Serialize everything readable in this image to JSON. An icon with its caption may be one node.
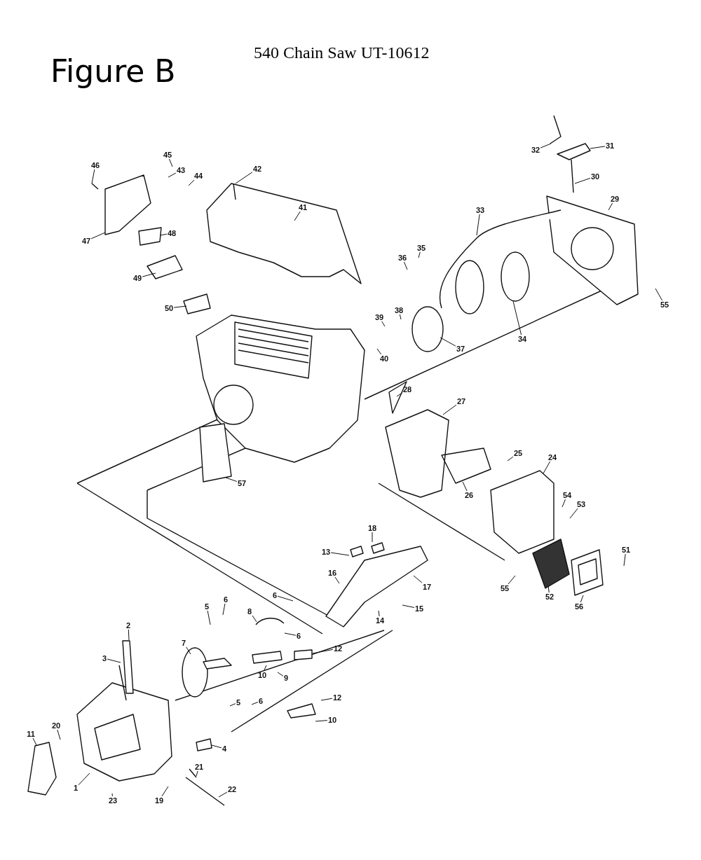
{
  "diagram": {
    "title": "Figure B",
    "labels": [
      "540 Chain Saw UT-10612"
    ],
    "nodes": [
      {
        "text": [
          "46"
        ]
      },
      {
        "text": [
          "45"
        ]
      },
      {
        "text": [
          "43"
        ]
      },
      {
        "text": [
          "44"
        ]
      },
      {
        "text": [
          "42"
        ]
      },
      {
        "text": [
          "47"
        ]
      },
      {
        "text": [
          "48"
        ]
      },
      {
        "text": [
          "49"
        ]
      },
      {
        "text": [
          "50"
        ]
      },
      {
        "text": [
          "41"
        ]
      },
      {
        "text": [
          "32"
        ]
      },
      {
        "text": [
          "31"
        ]
      },
      {
        "text": [
          "30"
        ]
      },
      {
        "text": [
          "29"
        ]
      },
      {
        "text": [
          "33"
        ]
      },
      {
        "text": [
          "36"
        ]
      },
      {
        "text": [
          "35"
        ]
      },
      {
        "text": [
          "34"
        ]
      },
      {
        "text": [
          "39"
        ]
      },
      {
        "text": [
          "38"
        ]
      },
      {
        "text": [
          "37"
        ]
      },
      {
        "text": [
          "40"
        ]
      },
      {
        "text": [
          "55"
        ]
      },
      {
        "text": [
          "28"
        ]
      },
      {
        "text": [
          "27"
        ]
      },
      {
        "text": [
          "25"
        ]
      },
      {
        "text": [
          "24"
        ]
      },
      {
        "text": [
          "26"
        ]
      },
      {
        "text": [
          "54"
        ]
      },
      {
        "text": [
          "53"
        ]
      },
      {
        "text": [
          "57"
        ]
      },
      {
        "text": [
          "18"
        ]
      },
      {
        "text": [
          "13"
        ]
      },
      {
        "text": [
          "51"
        ]
      },
      {
        "text": [
          "16"
        ]
      },
      {
        "text": [
          "17"
        ]
      },
      {
        "text": [
          "55"
        ]
      },
      {
        "text": [
          "52"
        ]
      },
      {
        "text": [
          "56"
        ]
      },
      {
        "text": [
          "15"
        ]
      },
      {
        "text": [
          "14"
        ]
      },
      {
        "text": [
          "6"
        ]
      },
      {
        "text": [
          "5"
        ]
      },
      {
        "text": [
          "8"
        ]
      },
      {
        "text": [
          "6"
        ]
      },
      {
        "text": [
          "6"
        ]
      },
      {
        "text": [
          "2"
        ]
      },
      {
        "text": [
          "7"
        ]
      },
      {
        "text": [
          "12"
        ]
      },
      {
        "text": [
          "3"
        ]
      },
      {
        "text": [
          "10"
        ]
      },
      {
        "text": [
          "9"
        ]
      },
      {
        "text": [
          "5"
        ]
      },
      {
        "text": [
          "6"
        ]
      },
      {
        "text": [
          "12"
        ]
      },
      {
        "text": [
          "10"
        ]
      },
      {
        "text": [
          "20"
        ]
      },
      {
        "text": [
          "4"
        ]
      },
      {
        "text": [
          "11"
        ]
      },
      {
        "text": [
          "1"
        ]
      },
      {
        "text": [
          "21"
        ]
      },
      {
        "text": [
          "22"
        ]
      },
      {
        "text": [
          "23"
        ]
      },
      {
        "text": [
          "19"
        ]
      }
    ],
    "edges": [
      {
        "from": 0,
        "to": null,
        "arrow": "none"
      },
      {
        "from": 1,
        "to": null,
        "arrow": "none"
      },
      {
        "from": 2,
        "to": null,
        "arrow": "none"
      },
      {
        "from": 3,
        "to": null,
        "arrow": "none"
      },
      {
        "from": 4,
        "to": null,
        "arrow": "none"
      },
      {
        "from": 5,
        "to": null,
        "arrow": "none"
      },
      {
        "from": 6,
        "to": null,
        "arrow": "none"
      },
      {
        "from": 7,
        "to": null,
        "arrow": "none"
      },
      {
        "from": 8,
        "to": null,
        "arrow": "none"
      },
      {
        "from": 9,
        "to": null,
        "arrow": "none"
      },
      {
        "from": 10,
        "to": null,
        "arrow": "none"
      },
      {
        "from": 11,
        "to": null,
        "arrow": "none"
      },
      {
        "from": 12,
        "to": null,
        "arrow": "none"
      },
      {
        "from": 13,
        "to": null,
        "arrow": "none"
      },
      {
        "from": 14,
        "to": null,
        "arrow": "none"
      },
      {
        "from": 15,
        "to": null,
        "arrow": "none"
      },
      {
        "from": 16,
        "to": null,
        "arrow": "none"
      },
      {
        "from": 17,
        "to": null,
        "arrow": "none"
      },
      {
        "from": 18,
        "to": null,
        "arrow": "none"
      },
      {
        "from": 19,
        "to": null,
        "arrow": "none"
      },
      {
        "from": 20,
        "to": null,
        "arrow": "none"
      },
      {
        "from": 21,
        "to": null,
        "arrow": "none"
      },
      {
        "from": 22,
        "to": null,
        "arrow": "none"
      },
      {
        "from": 23,
        "to": null,
        "arrow": "none"
      },
      {
        "from": 24,
        "to": null,
        "arrow": "none"
      },
      {
        "from": 25,
        "to": null,
        "arrow": "none"
      },
      {
        "from": 26,
        "to": null,
        "arrow": "none"
      },
      {
        "from": 27,
        "to": null,
        "arrow": "none"
      },
      {
        "from": 28,
        "to": null,
        "arrow": "none"
      },
      {
        "from": 29,
        "to": null,
        "arrow": "none"
      },
      {
        "from": 30,
        "to": null,
        "arrow": "none"
      },
      {
        "from": 31,
        "to": null,
        "arrow": "none"
      },
      {
        "from": 32,
        "to": null,
        "arrow": "none"
      },
      {
        "from": 33,
        "to": null,
        "arrow": "none"
      },
      {
        "from": 34,
        "to": null,
        "arrow": "none"
      },
      {
        "from": 35,
        "to": null,
        "arrow": "none"
      },
      {
        "from": 36,
        "to": null,
        "arrow": "none"
      },
      {
        "from": 37,
        "to": null,
        "arrow": "none"
      },
      {
        "from": 38,
        "to": null,
        "arrow": "none"
      },
      {
        "from": 39,
        "to": null,
        "arrow": "none"
      },
      {
        "from": 40,
        "to": null,
        "arrow": "none"
      },
      {
        "from": 41,
        "to": null,
        "arrow": "none"
      },
      {
        "from": 42,
        "to": null,
        "arrow": "none"
      },
      {
        "from": 43,
        "to": null,
        "arrow": "none"
      },
      {
        "from": 44,
        "to": null,
        "arrow": "none"
      },
      {
        "from": 45,
        "to": null,
        "arrow": "none"
      },
      {
        "from": 46,
        "to": null,
        "arrow": "none"
      },
      {
        "from": 47,
        "to": null,
        "arrow": "none"
      },
      {
        "from": 48,
        "to": null,
        "arrow": "none"
      },
      {
        "from": 49,
        "to": null,
        "arrow": "none"
      },
      {
        "from": 50,
        "to": null,
        "arrow": "none"
      },
      {
        "from": 51,
        "to": null,
        "arrow": "none"
      },
      {
        "from": 52,
        "to": null,
        "arrow": "none"
      },
      {
        "from": 53,
        "to": null,
        "arrow": "none"
      },
      {
        "from": 54,
        "to": null,
        "arrow": "none"
      },
      {
        "from": 55,
        "to": null,
        "arrow": "none"
      },
      {
        "from": 56,
        "to": null,
        "arrow": "none"
      },
      {
        "from": 57,
        "to": null,
        "arrow": "none"
      },
      {
        "from": 58,
        "to": null,
        "arrow": "none"
      },
      {
        "from": 59,
        "to": null,
        "arrow": "none"
      },
      {
        "from": 60,
        "to": null,
        "arrow": "none"
      },
      {
        "from": 61,
        "to": null,
        "arrow": "none"
      },
      {
        "from": 62,
        "to": null,
        "arrow": "none"
      },
      {
        "from": 63,
        "to": null,
        "arrow": "none"
      }
    ]
  }
}
